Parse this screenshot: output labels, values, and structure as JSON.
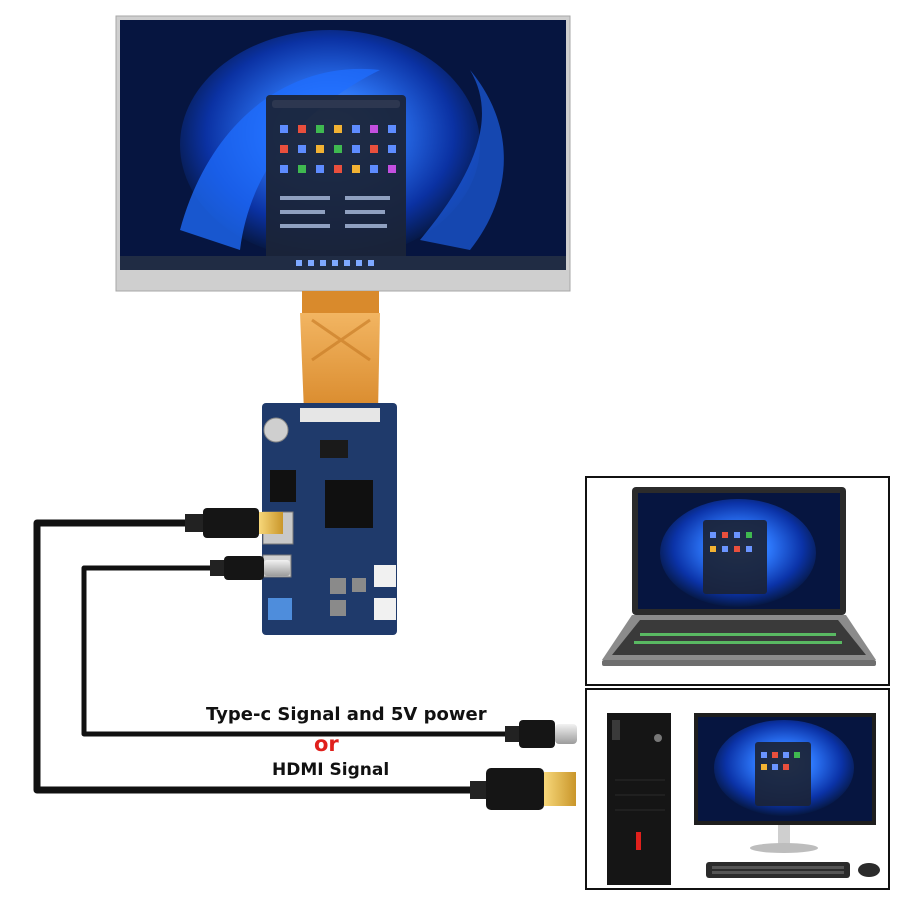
{
  "labels": {
    "typec": "Type-c Signal and 5V power",
    "or": "or",
    "hdmi": "HDMI Signal"
  },
  "colors": {
    "or_red": "#e0201c",
    "win_blue": "#1560f0",
    "pcb_blue": "#1f3a6b",
    "fpc_orange": "#e8a24a",
    "cable": "#111111",
    "bezel": "#c9c9c9"
  },
  "icons": [
    "win11-desktop-screenshot",
    "pcb-driver-board",
    "fpc-ribbon-cable",
    "hdmi-cable",
    "type-c-cable",
    "laptop-icon",
    "desktop-pc-icon",
    "monitor-icon",
    "keyboard-icon",
    "mouse-icon"
  ]
}
